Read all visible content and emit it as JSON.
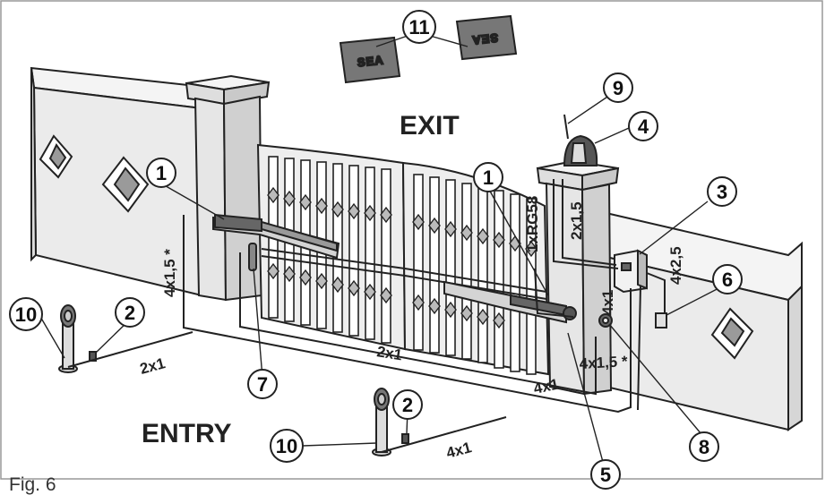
{
  "labels": {
    "exit": "EXIT",
    "entry": "ENTRY",
    "figure": "Fig. 6"
  },
  "signs": {
    "left": "SEA",
    "right": "SEA"
  },
  "cables": {
    "left_post_vertical": "4x1,5 *",
    "left_photocell": "2x1",
    "middle_run": "2x1",
    "front_run": "4x1",
    "bottom_photocell": "4x1",
    "antenna": "1xRG58",
    "flasher": "2x1,5",
    "right_motor": "4x1",
    "control_feed": "4x2,5",
    "control_vertical": "4x1,5 *"
  },
  "callouts": {
    "c1a": "1",
    "c1b": "1",
    "c2a": "2",
    "c2b": "2",
    "c3": "3",
    "c4": "4",
    "c5": "5",
    "c6": "6",
    "c7": "7",
    "c8": "8",
    "c9": "9",
    "c10a": "10",
    "c10b": "10",
    "c11": "11"
  },
  "colors": {
    "line": "#222222",
    "fill_light": "#e9e9e9",
    "fill_mid": "#cfcfcf",
    "fill_dark": "#444444",
    "frame_border": "#999999"
  }
}
